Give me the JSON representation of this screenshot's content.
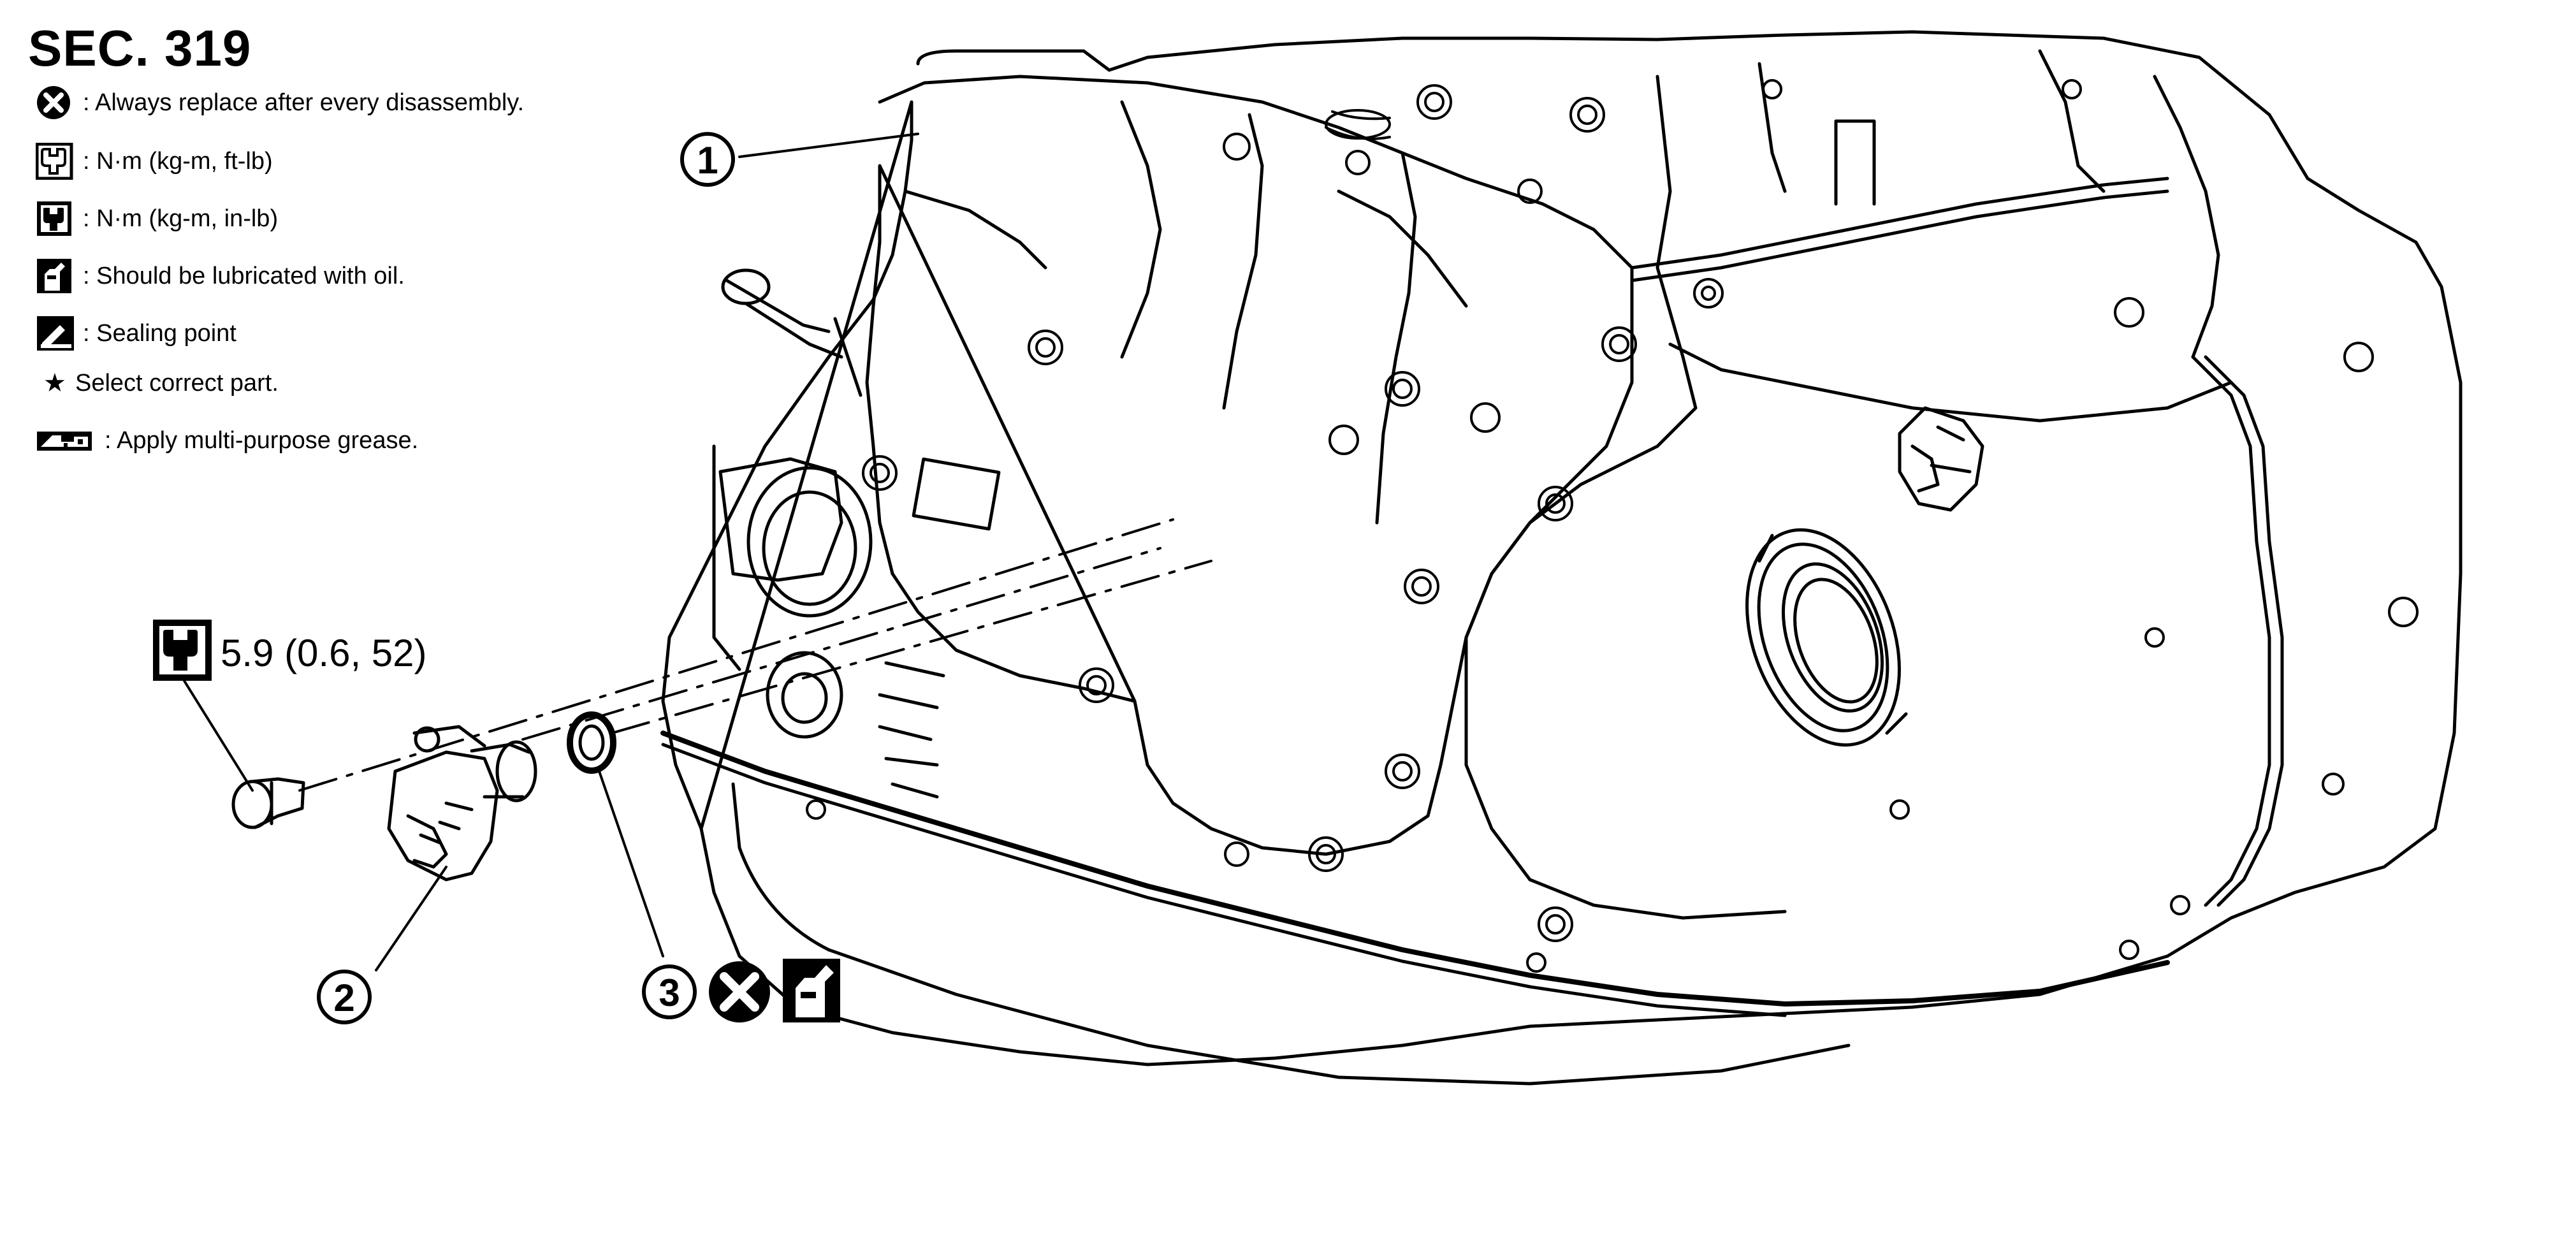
{
  "section_title": "SEC. 319",
  "legend": [
    {
      "icon": "always-replace-icon",
      "text": ": Always replace after every disassembly."
    },
    {
      "icon": "torque-ftlb-icon",
      "text": ": N·m (kg-m, ft-lb)"
    },
    {
      "icon": "torque-inlb-icon",
      "text": ": N·m (kg-m, in-lb)"
    },
    {
      "icon": "lubricate-oil-icon",
      "text": ": Should be lubricated with oil."
    },
    {
      "icon": "sealing-point-icon",
      "text": ": Sealing point"
    },
    {
      "icon": "star-icon",
      "text": "Select correct part.",
      "symbol": "★"
    },
    {
      "icon": "grease-icon",
      "text": ": Apply multi-purpose grease."
    }
  ],
  "torque_spec": "5.9 (0.6, 52)",
  "callouts": {
    "transaxle": "1",
    "sensor": "2",
    "o_ring": "3"
  },
  "colors": {
    "line": "#000000",
    "background": "#ffffff"
  }
}
